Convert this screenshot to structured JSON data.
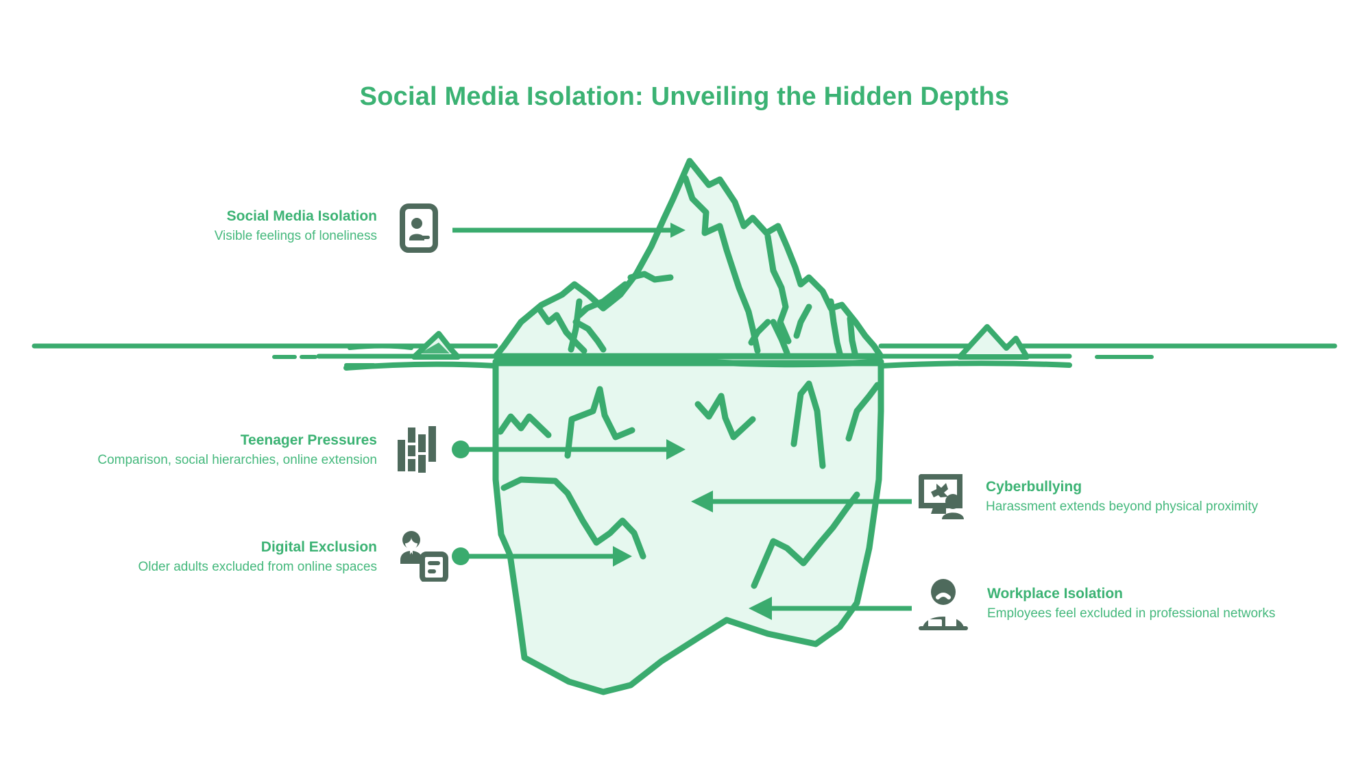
{
  "page": {
    "title": "Social Media Isolation: Unveiling the Hidden Depths",
    "background_color": "#ffffff"
  },
  "theme": {
    "accent_green": "#3bb273",
    "text_green": "#44b87c",
    "iceberg_stroke": "#3aab6e",
    "iceberg_fill": "#e6f8ef",
    "icon_color": "#4e6a5c",
    "waterline_color": "#3aab6e"
  },
  "diagram": {
    "type": "iceberg",
    "metaphor": "visible tip above water vs hidden mass below water",
    "waterline_label": "",
    "above_water_count": 1,
    "below_water_count": 4
  },
  "items": [
    {
      "id": "social-media-isolation",
      "title": "Social Media Isolation",
      "subtitle": "Visible feelings of loneliness",
      "side": "left",
      "zone": "above-water",
      "icon": "smartphone-person-icon",
      "connector": {
        "direction": "right",
        "has_dot": false
      }
    },
    {
      "id": "teenager-pressures",
      "title": "Teenager Pressures",
      "subtitle": "Comparison, social hierarchies, online extension",
      "side": "left",
      "zone": "below-water",
      "icon": "bar-levels-icon",
      "connector": {
        "direction": "right",
        "has_dot": true
      }
    },
    {
      "id": "digital-exclusion",
      "title": "Digital Exclusion",
      "subtitle": "Older adults excluded from online spaces",
      "side": "left",
      "zone": "below-water",
      "icon": "person-document-icon",
      "connector": {
        "direction": "right",
        "has_dot": true
      }
    },
    {
      "id": "cyberbullying",
      "title": "Cyberbullying",
      "subtitle": "Harassment extends beyond physical proximity",
      "side": "right",
      "zone": "below-water",
      "icon": "monitor-person-icon",
      "connector": {
        "direction": "left",
        "has_dot": false
      }
    },
    {
      "id": "workplace-isolation",
      "title": "Workplace Isolation",
      "subtitle": "Employees feel excluded in professional networks",
      "side": "right",
      "zone": "below-water",
      "icon": "sad-person-desk-icon",
      "connector": {
        "direction": "left",
        "has_dot": false
      }
    }
  ]
}
